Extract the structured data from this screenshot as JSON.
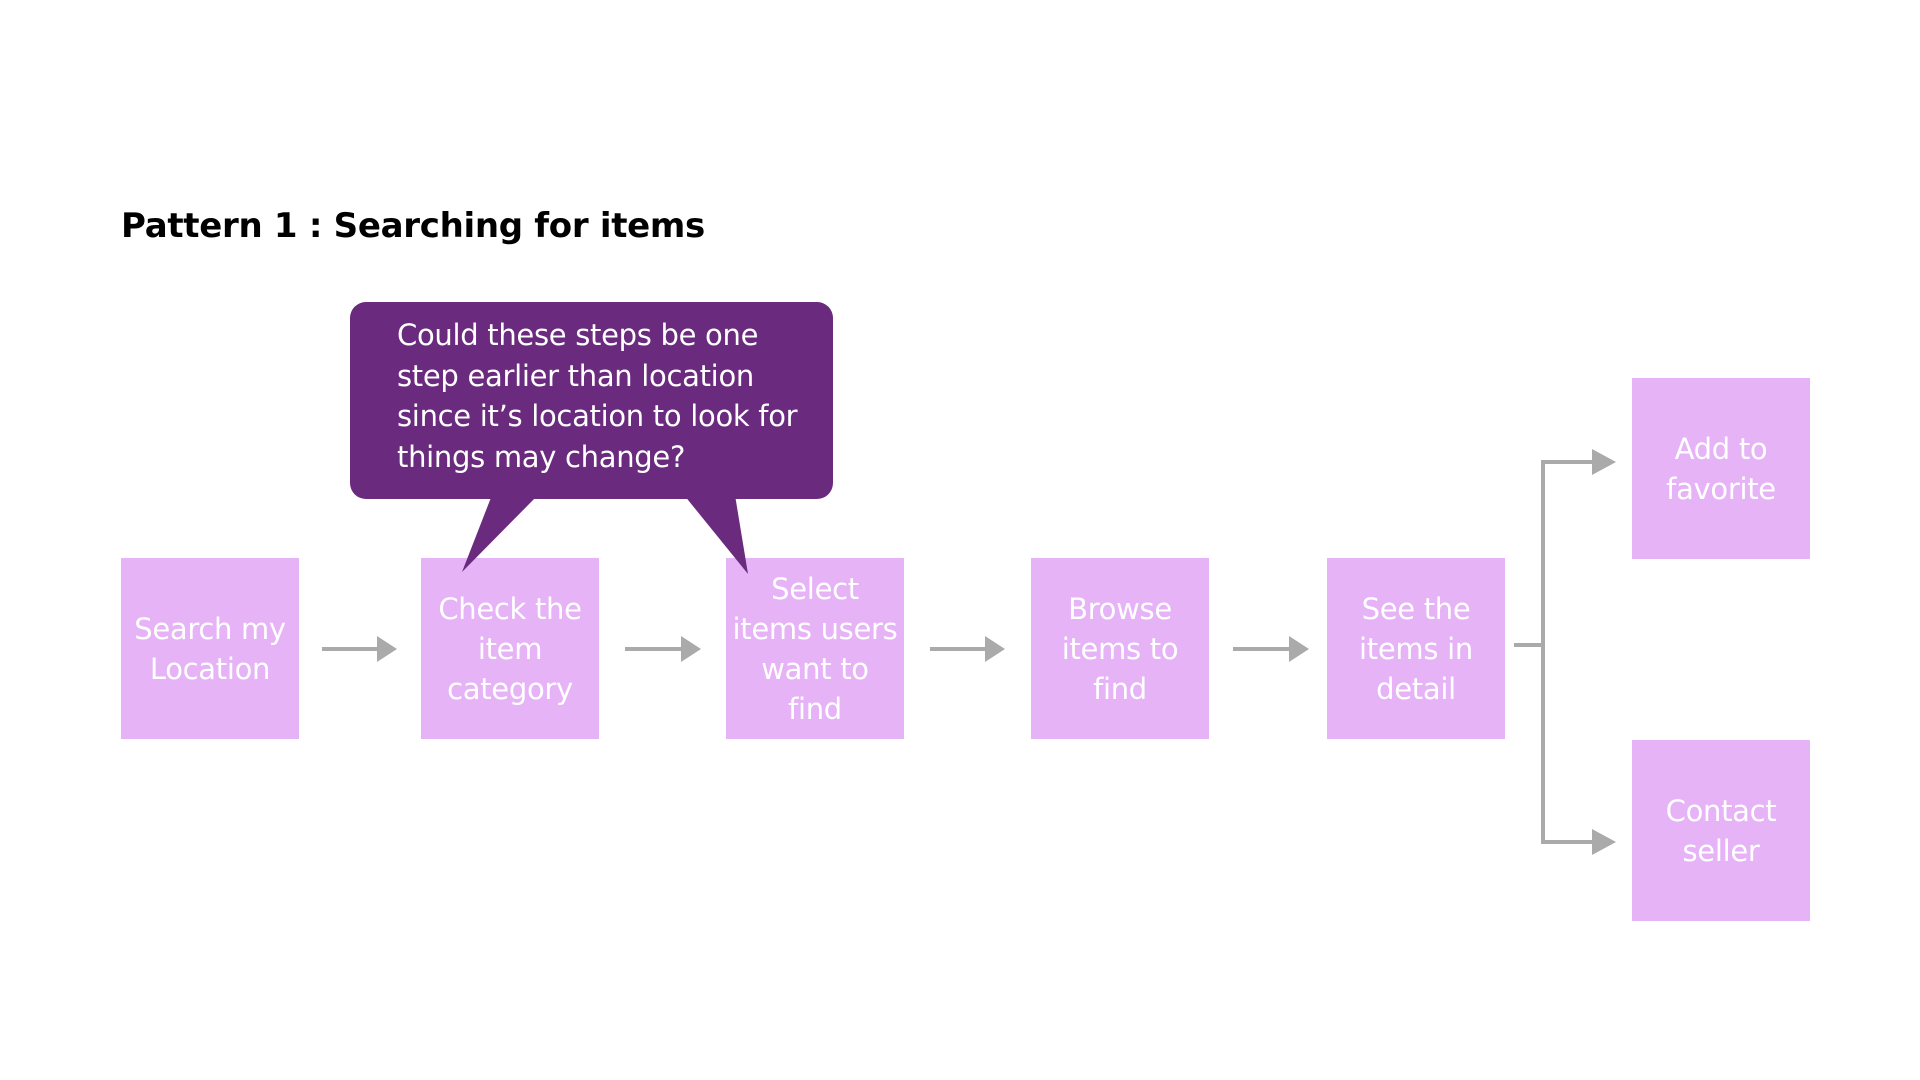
{
  "title": "Pattern 1 : Searching for items",
  "colors": {
    "step_fill": "#e6b3f7",
    "step_text": "#ffffff",
    "comment_fill": "#6a2a7e",
    "arrow": "#aaaaaa"
  },
  "steps": [
    {
      "id": "search-location",
      "label": "Search my Location"
    },
    {
      "id": "check-category",
      "label": "Check the item category"
    },
    {
      "id": "select-items",
      "label": "Select items users want to find"
    },
    {
      "id": "browse-items",
      "label": "Browse items to find"
    },
    {
      "id": "see-detail",
      "label": "See the items in detail"
    },
    {
      "id": "add-favorite",
      "label": "Add to favorite"
    },
    {
      "id": "contact-seller",
      "label": "Contact seller"
    }
  ],
  "comment": {
    "text": "Could these steps be one step earlier than location since it’s location to look for things may change?",
    "points_to": [
      "Check the item category",
      "Select items users want to find"
    ]
  },
  "connections": [
    [
      "Search my Location",
      "Check the item category"
    ],
    [
      "Check the item category",
      "Select items users want to find"
    ],
    [
      "Select items users want to find",
      "Browse items to find"
    ],
    [
      "Browse items to find",
      "See the items in detail"
    ],
    [
      "See the items in detail",
      "Add to favorite"
    ],
    [
      "See the items in detail",
      "Contact seller"
    ]
  ]
}
